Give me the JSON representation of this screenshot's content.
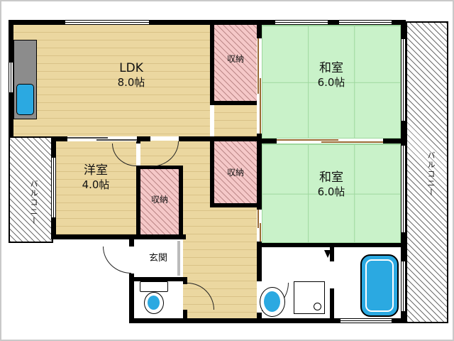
{
  "plan": {
    "rooms": {
      "ldk": {
        "name": "LDK",
        "size": "8.0帖"
      },
      "washitsu_top": {
        "name": "和室",
        "size": "6.0帖"
      },
      "washitsu_mid": {
        "name": "和室",
        "size": "6.0帖"
      },
      "youshitsu": {
        "name": "洋室",
        "size": "4.0帖"
      },
      "closet_top": {
        "name": "収納"
      },
      "closet_mid": {
        "name": "収納"
      },
      "closet_left": {
        "name": "収納"
      },
      "genkan": {
        "name": "玄関"
      },
      "balcony_left": {
        "name": "バルコニー"
      },
      "balcony_right": {
        "name": "バルコニー"
      }
    },
    "fixtures": [
      "kitchen-sink",
      "toilet",
      "washbasin",
      "washing-machine-pan",
      "bathtub"
    ],
    "colors": {
      "wall": "#000000",
      "flooring": "#EBD7A0",
      "flooring_line": "#D9C287",
      "tatami": "#C9F2C9",
      "tatami_line": "#9ED89E",
      "closet": "#F5C8C8",
      "water": "#2BA9E1",
      "hatch": "#6E6E6E",
      "fusuma": "#9A6A33"
    }
  }
}
